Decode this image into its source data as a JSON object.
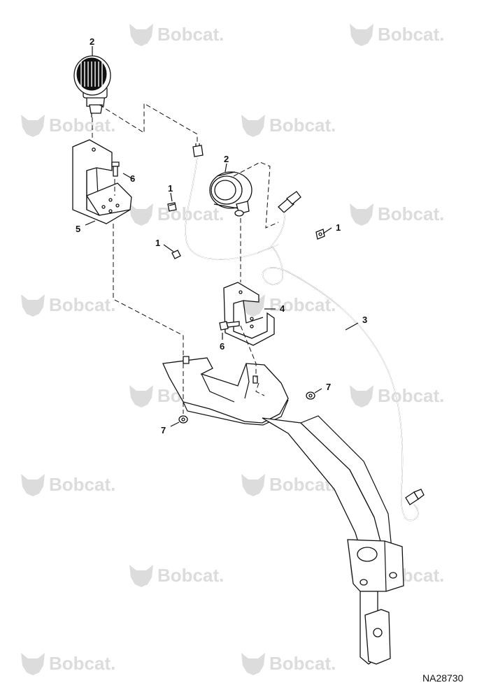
{
  "watermark": {
    "text": "Bobcat.",
    "logo_icon": "bobcat-head-icon",
    "color": "#dcdcdc"
  },
  "callouts": [
    {
      "id": "work-light-top",
      "label": "2"
    },
    {
      "id": "work-light-mid",
      "label": "2"
    },
    {
      "id": "nut-1a",
      "label": "1"
    },
    {
      "id": "nut-1b",
      "label": "1"
    },
    {
      "id": "nut-1c",
      "label": "1"
    },
    {
      "id": "harness",
      "label": "3"
    },
    {
      "id": "bracket-4",
      "label": "4"
    },
    {
      "id": "bracket-5",
      "label": "5"
    },
    {
      "id": "bolt-6a",
      "label": "6"
    },
    {
      "id": "bolt-6b",
      "label": "6"
    },
    {
      "id": "nut-7a",
      "label": "7"
    },
    {
      "id": "nut-7b",
      "label": "7"
    }
  ],
  "reference_code": "NA28730",
  "colors": {
    "ink": "#111111",
    "background": "#ffffff"
  }
}
